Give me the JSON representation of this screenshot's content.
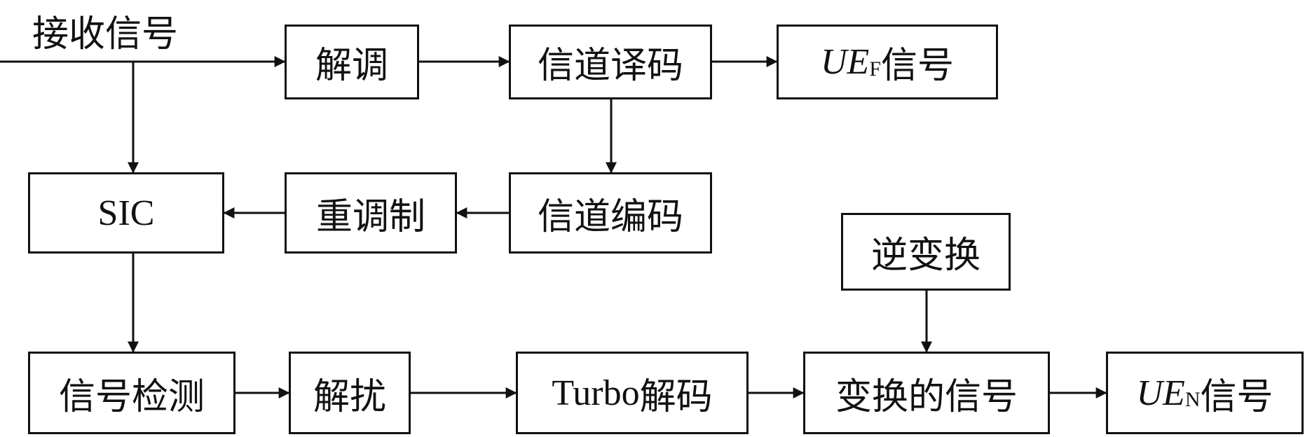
{
  "input_label": "接收信号",
  "nodes": {
    "demod": "解调",
    "channel_decode": "信道译码",
    "ue_f": {
      "italic": "UE",
      "sub": "F",
      "suffix": "信号"
    },
    "sic": "SIC",
    "remod": "重调制",
    "channel_encode": "信道编码",
    "inverse_transform": "逆变换",
    "signal_detect": "信号检测",
    "descramble": "解扰",
    "turbo": {
      "latin": "Turbo",
      "suffix": "解码"
    },
    "transformed": "变换的信号",
    "ue_n": {
      "italic": "UE",
      "sub": "N",
      "suffix": "信号"
    }
  }
}
